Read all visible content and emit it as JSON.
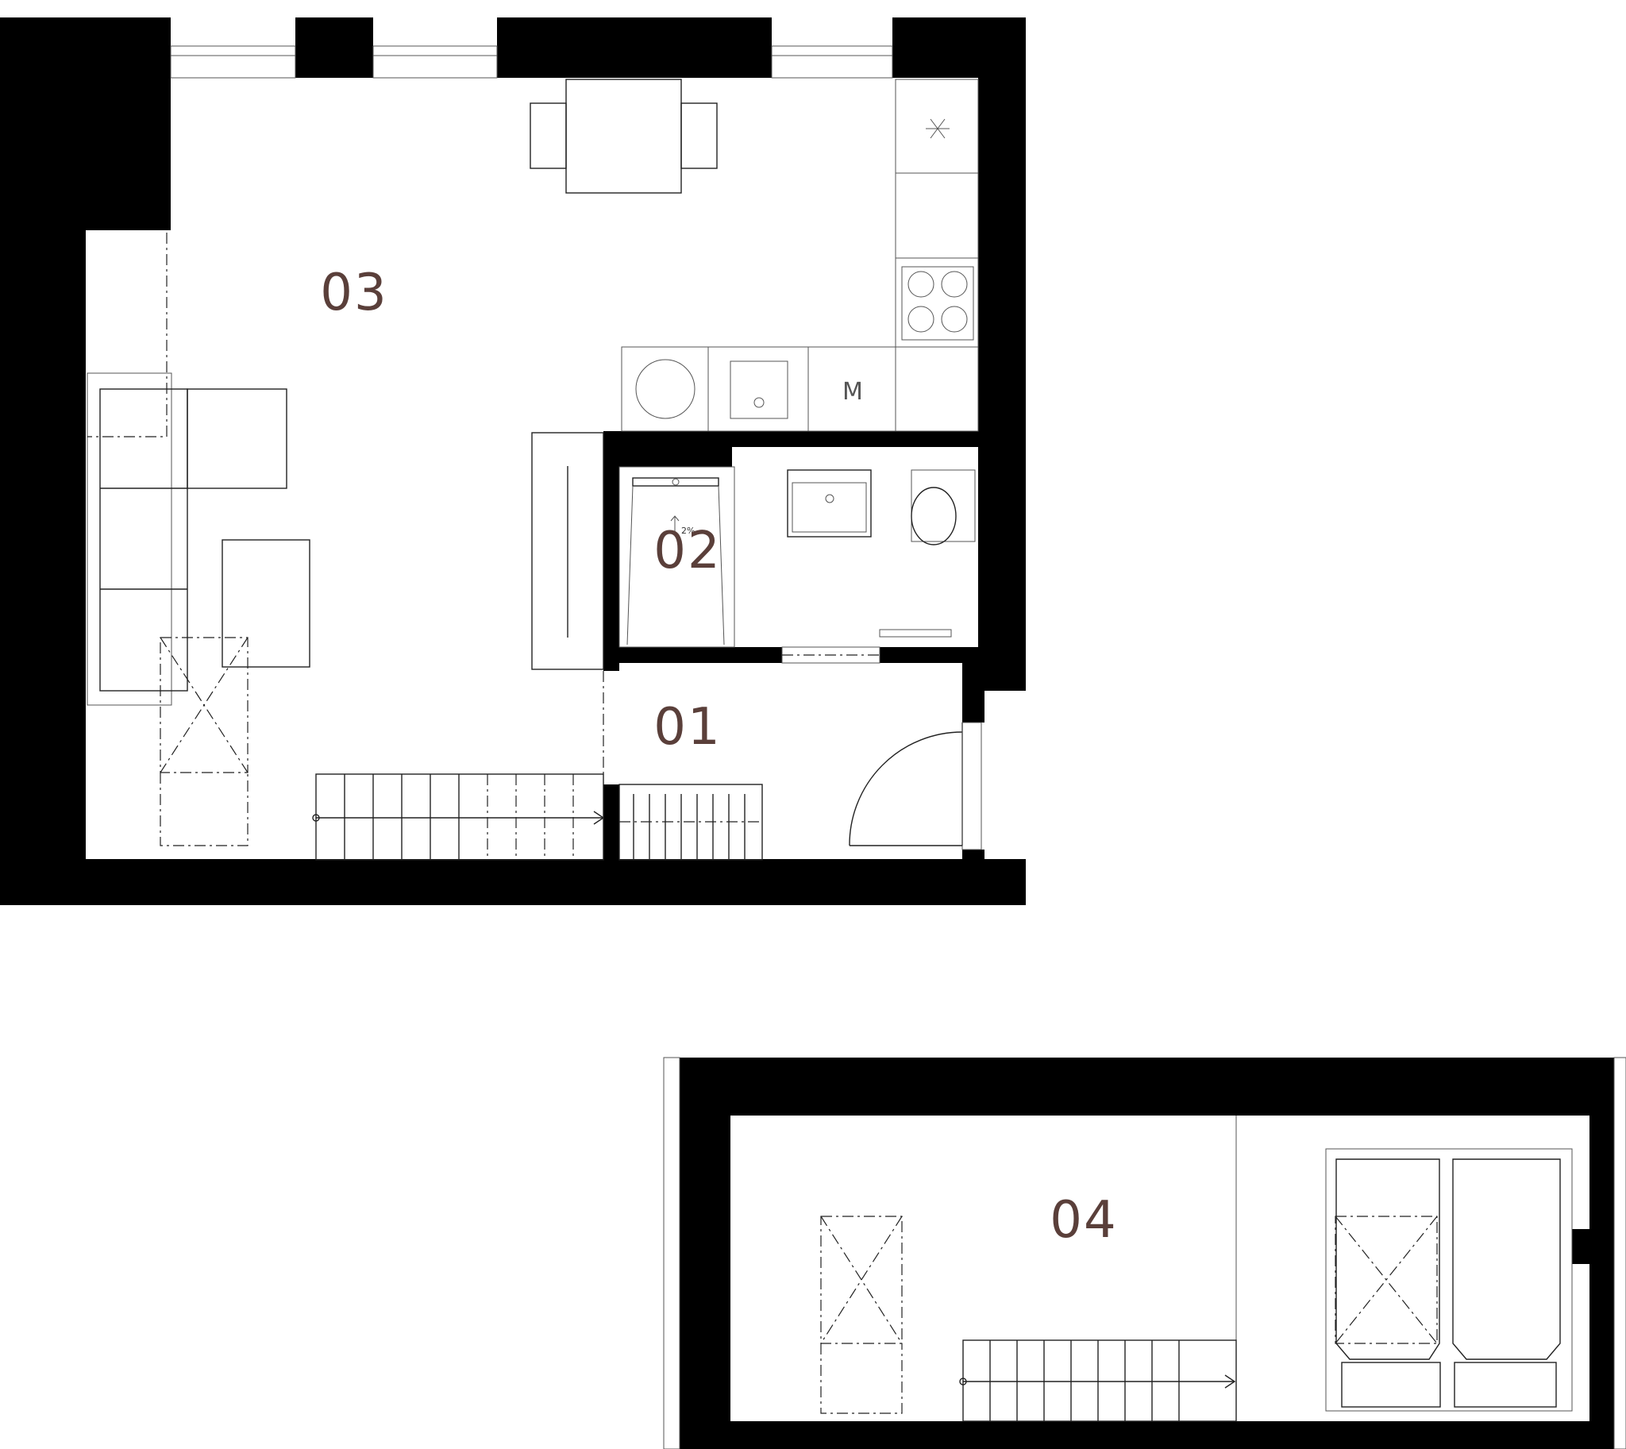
{
  "colors": {
    "label": "#5a3f3a",
    "wall": "#000000",
    "line": "#222222"
  },
  "rooms": [
    {
      "id": "01",
      "label": "01"
    },
    {
      "id": "02",
      "label": "02"
    },
    {
      "id": "03",
      "label": "03"
    },
    {
      "id": "04",
      "label": "04"
    }
  ],
  "fixtures": {
    "microwave_label": "M",
    "shower_mark": "2%"
  }
}
